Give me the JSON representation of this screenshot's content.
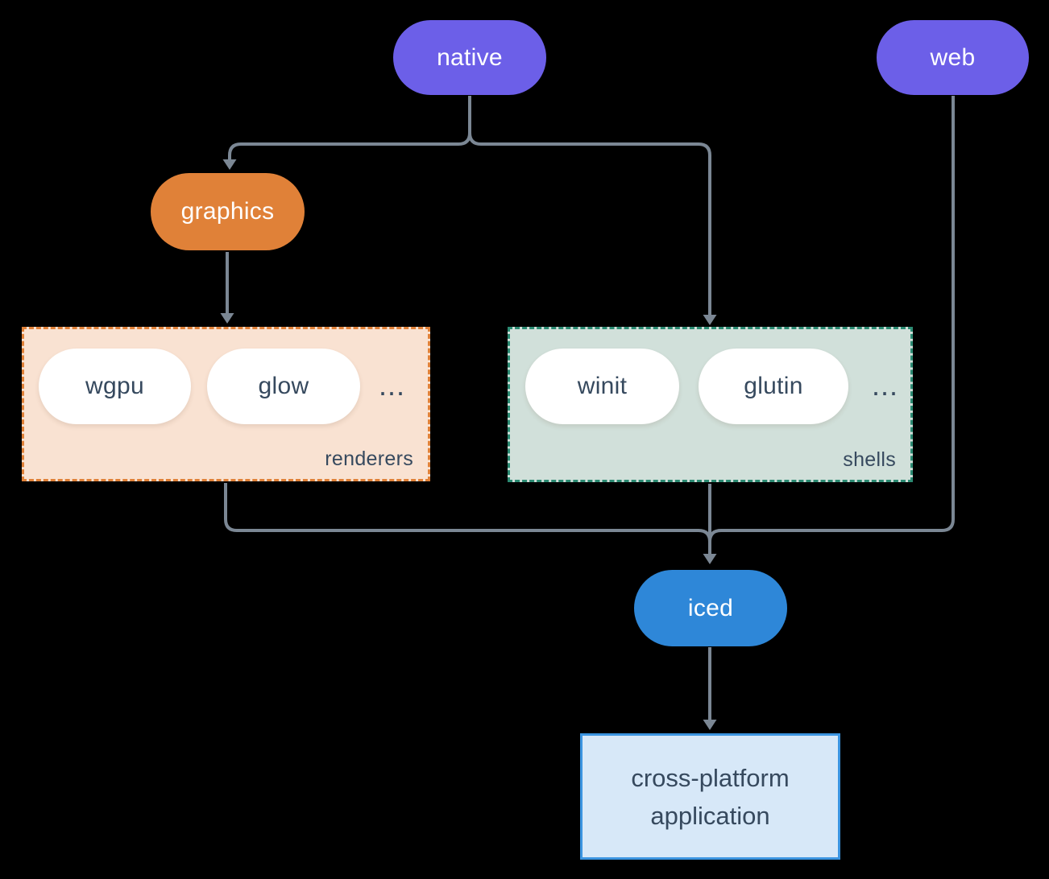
{
  "diagram": {
    "background": "#000000",
    "edge_color": "#7b8794",
    "nodes": {
      "native": {
        "label": "native",
        "fill": "#6c5fe8",
        "text_color": "#ffffff"
      },
      "web": {
        "label": "web",
        "fill": "#6c5fe8",
        "text_color": "#ffffff"
      },
      "graphics": {
        "label": "graphics",
        "fill": "#e08138",
        "text_color": "#ffffff"
      },
      "iced": {
        "label": "iced",
        "fill": "#2e87d8",
        "text_color": "#ffffff"
      },
      "wgpu": {
        "label": "wgpu",
        "fill": "#ffffff",
        "text_color": "#36495e"
      },
      "glow": {
        "label": "glow",
        "fill": "#ffffff",
        "text_color": "#36495e"
      },
      "winit": {
        "label": "winit",
        "fill": "#ffffff",
        "text_color": "#36495e"
      },
      "glutin": {
        "label": "glutin",
        "fill": "#ffffff",
        "text_color": "#36495e"
      },
      "app": {
        "label": "cross-platform application",
        "fill": "#d7e8f8",
        "border_color": "#3b94e0",
        "text_color": "#36495e"
      }
    },
    "groups": {
      "renderers": {
        "label": "renderers",
        "ellipsis": "...",
        "fill": "#f9e2d2",
        "border_color": "#e08138",
        "label_color": "#36495e"
      },
      "shells": {
        "label": "shells",
        "ellipsis": "...",
        "fill": "#d1e0da",
        "border_color": "#2b8a72",
        "label_color": "#36495e"
      }
    },
    "edges": [
      {
        "from": "native",
        "to": "graphics"
      },
      {
        "from": "native",
        "to": "shells"
      },
      {
        "from": "graphics",
        "to": "renderers"
      },
      {
        "from": "renderers",
        "to": "iced"
      },
      {
        "from": "shells",
        "to": "iced"
      },
      {
        "from": "web",
        "to": "iced"
      },
      {
        "from": "iced",
        "to": "app"
      }
    ]
  }
}
